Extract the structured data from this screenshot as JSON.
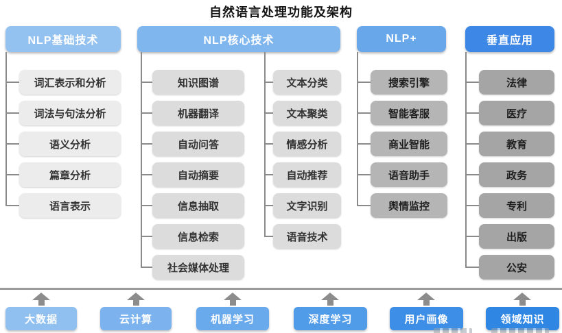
{
  "title": "自然语言处理功能及架构",
  "columns": [
    {
      "header": "NLP基础技术",
      "items": [
        "词汇表示和分析",
        "词法与句法分析",
        "语义分析",
        "篇章分析",
        "语言表示"
      ]
    },
    {
      "header": "NLP核心技术",
      "items_left": [
        "知识图谱",
        "机器翻译",
        "自动问答",
        "自动摘要",
        "信息抽取",
        "信息检索",
        "社会媒体处理"
      ],
      "items_right": [
        "文本分类",
        "文本聚类",
        "情感分析",
        "自动推荐",
        "文字识别",
        "语音技术"
      ]
    },
    {
      "header": "NLP+",
      "items": [
        "搜索引擎",
        "智能客服",
        "商业智能",
        "语音助手",
        "舆情监控"
      ]
    },
    {
      "header": "垂直应用",
      "items": [
        "法律",
        "医疗",
        "教育",
        "政务",
        "专利",
        "出版",
        "公安"
      ]
    }
  ],
  "foundation": [
    "大数据",
    "云计算",
    "机器学习",
    "深度学习",
    "用户画像",
    "领域知识"
  ],
  "colors": {
    "header_blues": [
      "#94c2f0",
      "#7fb6ee",
      "#68a7ea",
      "#3d87e6"
    ],
    "foundation_blues": [
      "#8fc0f0",
      "#7cb3ee",
      "#69aaec",
      "#509ce9",
      "#3c8ee6",
      "#2f86e3"
    ],
    "item_grays": [
      "#ececec",
      "#dcdcdc",
      "#b5b5b5",
      "#a5a5a5"
    ],
    "connector_line": "#8a8a8a",
    "arrow": "#8c8c8c",
    "title_text": "#141414",
    "item_text_dark": "#333333",
    "header_text": "#ffffff"
  }
}
